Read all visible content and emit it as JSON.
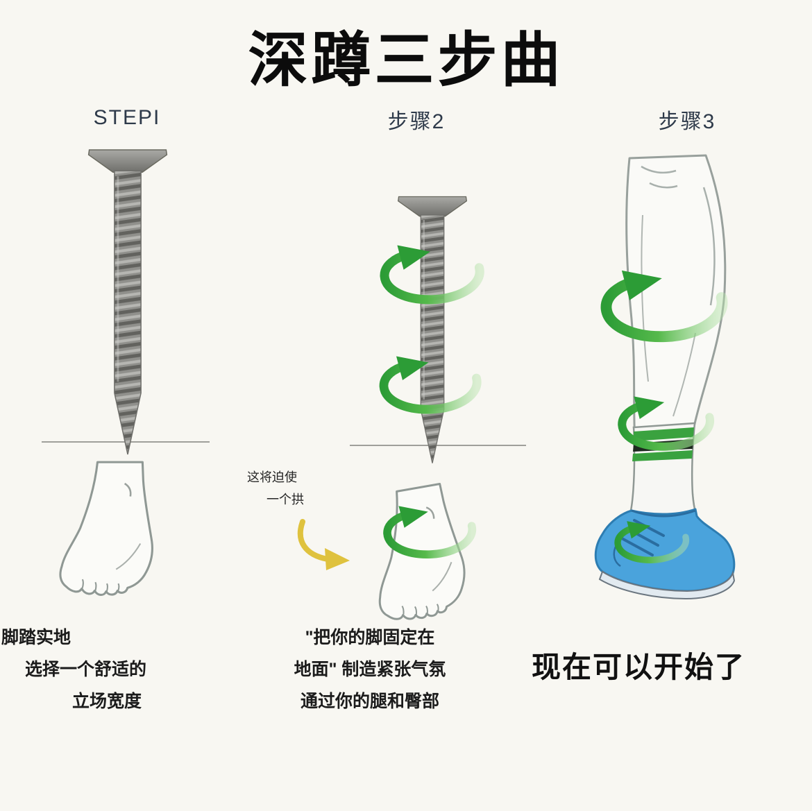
{
  "title": "深蹲三步曲",
  "steps": [
    {
      "header": "STEPI",
      "caption": [
        "脚踏实地",
        "选择一个舒适的",
        "立场宽度"
      ]
    },
    {
      "header": "步骤2",
      "note": [
        "这将迫使",
        "一个拱"
      ],
      "caption": [
        "\"把你的脚固定在",
        "地面\" 制造紧张气氛",
        "通过你的腿和臀部"
      ]
    },
    {
      "header": "步骤3",
      "caption": [
        "现在可以开始了"
      ]
    }
  ],
  "colors": {
    "background": "#f8f7f2",
    "title_text": "#0c0c0c",
    "step_header_text": "#2e3a4a",
    "caption_text": "#1b1b1b",
    "screw_gray": "#90908c",
    "rotation_arrow_green": "#2f9e38",
    "arch_arrow_yellow": "#dfc23e",
    "shoe_blue": "#4aa3dc",
    "sock_stripe_green": "#3aa23f",
    "sock_stripe_dark": "#1d2a1f",
    "ground_line": "#9f9f9a"
  }
}
